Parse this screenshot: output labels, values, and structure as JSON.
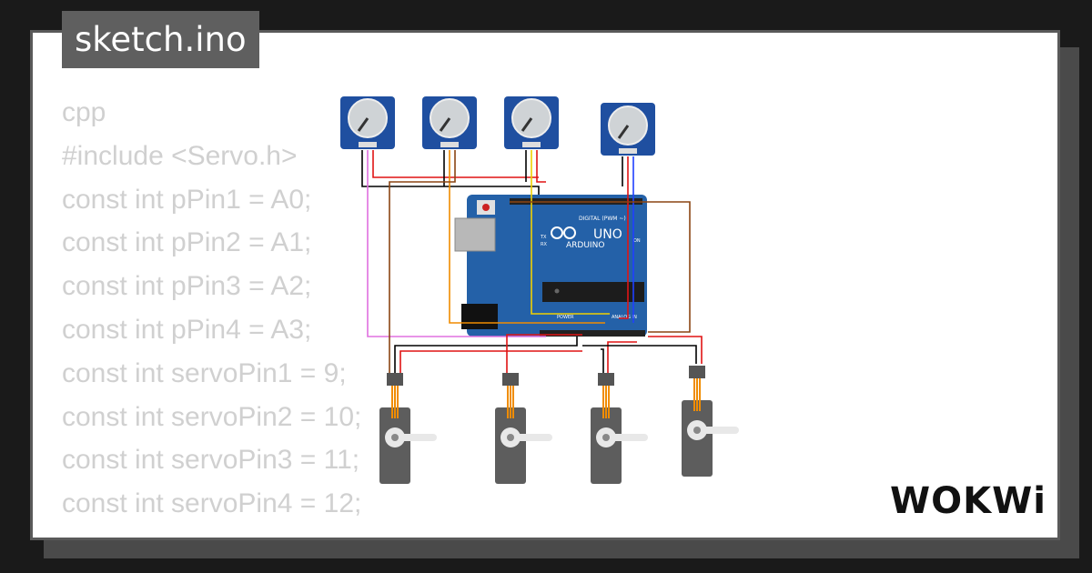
{
  "file_title": "sketch.ino",
  "code_lines": [
    "cpp",
    "#include <Servo.h>",
    "const int pPin1 = A0;",
    "const int pPin2 = A1;",
    "const int pPin3 = A2;",
    "const int pPin4 = A3;",
    "const int servoPin1 = 9;",
    "const int servoPin2 = 10;",
    "const int servoPin3 = 11;",
    "const int servoPin4 = 12;"
  ],
  "board": {
    "brand_text": "ARDUINO",
    "model_text": "UNO",
    "digital_label": "DIGITAL (PWM ~)",
    "power_label": "POWER",
    "analog_label": "ANALOG IN",
    "on_label": "ON",
    "tx_label": "TX",
    "rx_label": "RX"
  },
  "brand_logo": "WOKWi",
  "colors": {
    "board_blue": "#2461a8",
    "pot_blue": "#1f4fa0",
    "servo_gray": "#5d5d5d",
    "wire_black": "#000000",
    "wire_red": "#e01414",
    "wire_brown": "#8b4513",
    "wire_orange": "#f08c00",
    "wire_yellow": "#f0d000",
    "wire_violet": "#e070e0",
    "wire_blue": "#2040ff"
  }
}
